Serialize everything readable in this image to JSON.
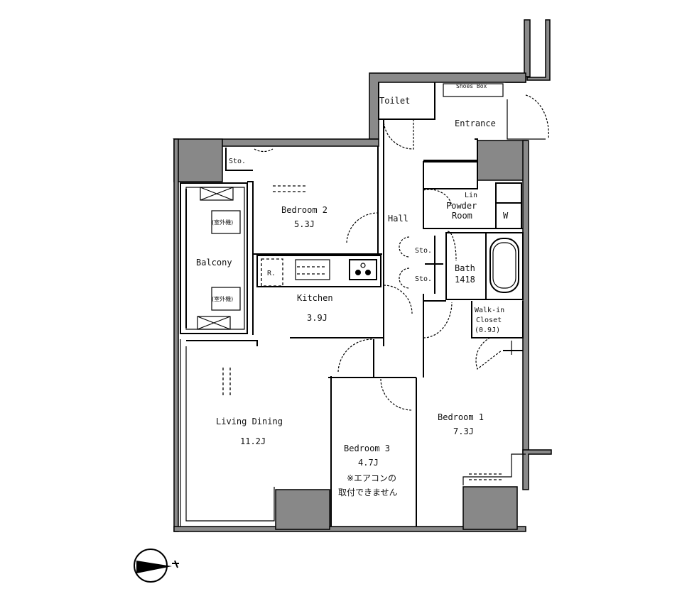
{
  "floor_plan": {
    "rooms": [
      {
        "id": "toilet",
        "name": "Toilet"
      },
      {
        "id": "shoe-box",
        "name": "Shoes Box"
      },
      {
        "id": "entrance",
        "name": "Entrance"
      },
      {
        "id": "storage-bed2",
        "name": "Sto."
      },
      {
        "id": "bedroom2",
        "name": "Bedroom 2",
        "area": "5.3J"
      },
      {
        "id": "hall",
        "name": "Hall"
      },
      {
        "id": "linen",
        "name": "Lin"
      },
      {
        "id": "powder-room",
        "name": "Powder Room",
        "line1": "Powder",
        "line2": "Room"
      },
      {
        "id": "washer",
        "name": "W"
      },
      {
        "id": "balcony",
        "name": "Balcony"
      },
      {
        "id": "fridge",
        "name": "R."
      },
      {
        "id": "storage-hall-1",
        "name": "Sto."
      },
      {
        "id": "storage-hall-2",
        "name": "Sto."
      },
      {
        "id": "bath",
        "name": "Bath",
        "size": "1418"
      },
      {
        "id": "kitchen",
        "name": "Kitchen",
        "area": "3.9J"
      },
      {
        "id": "walk-in-closet",
        "name": "Walk-in Closet",
        "line1": "Walk-in",
        "line2": "Closet",
        "area": "(0.9J)"
      },
      {
        "id": "living-dining",
        "name": "Living Dining",
        "area": "11.2J"
      },
      {
        "id": "bedroom3",
        "name": "Bedroom 3",
        "area": "4.7J",
        "note_line1": "※エアコンの",
        "note_line2": "取付できません"
      },
      {
        "id": "bedroom1",
        "name": "Bedroom 1",
        "area": "7.3J"
      }
    ],
    "outdoor_units": [
      "(室外機)",
      "(室外機)"
    ],
    "compass": {
      "symbol": "north-arrow",
      "direction": "west",
      "label": "N"
    }
  }
}
